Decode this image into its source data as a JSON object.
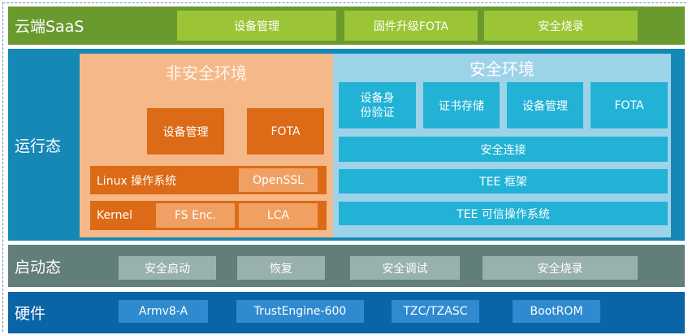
{
  "colors": {
    "cloud_bg": "#6a9a2e",
    "cloud_item": "#9bc536",
    "runtime_bg": "#1688b5",
    "nonsecure_bg": "#f5b888",
    "nonsecure_dark": "#dc6a16",
    "nonsecure_light": "#f0a062",
    "secure_bg": "#9dd3e8",
    "secure_item": "#22b2d6",
    "boot_bg": "#627e7a",
    "boot_item": "#99b1ad",
    "hardware_bg": "#0b64a6",
    "hardware_item": "#2f8ad0"
  },
  "cloud": {
    "label": "云端SaaS",
    "items": [
      "设备管理",
      "固件升级FOTA",
      "安全烧录"
    ]
  },
  "runtime": {
    "label": "运行态",
    "nonsecure": {
      "title": "非安全环境",
      "apps": [
        "设备管理",
        "FOTA"
      ],
      "linux": {
        "label": "Linux 操作系统",
        "component": "OpenSSL"
      },
      "kernel": {
        "label": "Kernel",
        "components": [
          "FS Enc.",
          "LCA"
        ]
      }
    },
    "secure": {
      "title": "安全环境",
      "apps": [
        "设备身\n份验证",
        "证书存储",
        "设备管理",
        "FOTA"
      ],
      "app0_line1": "设备身",
      "app0_line2": "份验证",
      "layers": [
        "安全连接",
        "TEE 框架",
        "TEE 可信操作系统"
      ]
    }
  },
  "boot": {
    "label": "启动态",
    "items": [
      "安全启动",
      "恢复",
      "安全调试",
      "安全烧录"
    ]
  },
  "hardware": {
    "label": "硬件",
    "items": [
      "Armv8-A",
      "TrustEngine-600",
      "TZC/TZASC",
      "BootROM"
    ]
  }
}
